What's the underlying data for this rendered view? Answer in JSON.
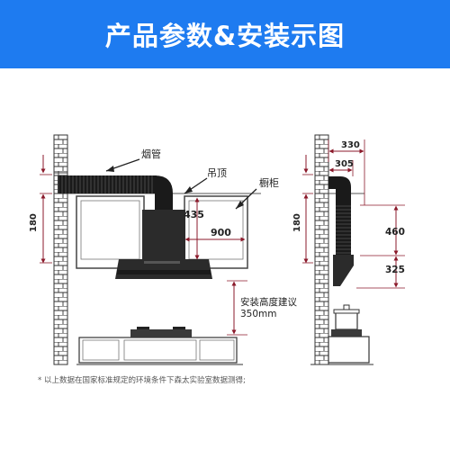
{
  "header": {
    "title": "产品参数&安装示图",
    "background": "#1e7bf0"
  },
  "left_view": {
    "chimney_label": "烟管",
    "ceiling_label": "吊顶",
    "cabinet_label": "橱柜",
    "dim_left": "180",
    "dim_hood_height": "435",
    "dim_hood_width": "900",
    "install_height_line1": "安装高度建议",
    "install_height_line2": "350mm"
  },
  "right_view": {
    "dim_top_outer": "330",
    "dim_top_inner": "305",
    "dim_left": "180",
    "dim_upper": "460",
    "dim_lower": "325"
  },
  "footnote": "* 以上数据在国家标准规定的环境条件下森太实验室数据测得;",
  "colors": {
    "dimension_line": "#8b1a2b",
    "brick": "#ffffff",
    "hood": "#2b2b2b"
  }
}
